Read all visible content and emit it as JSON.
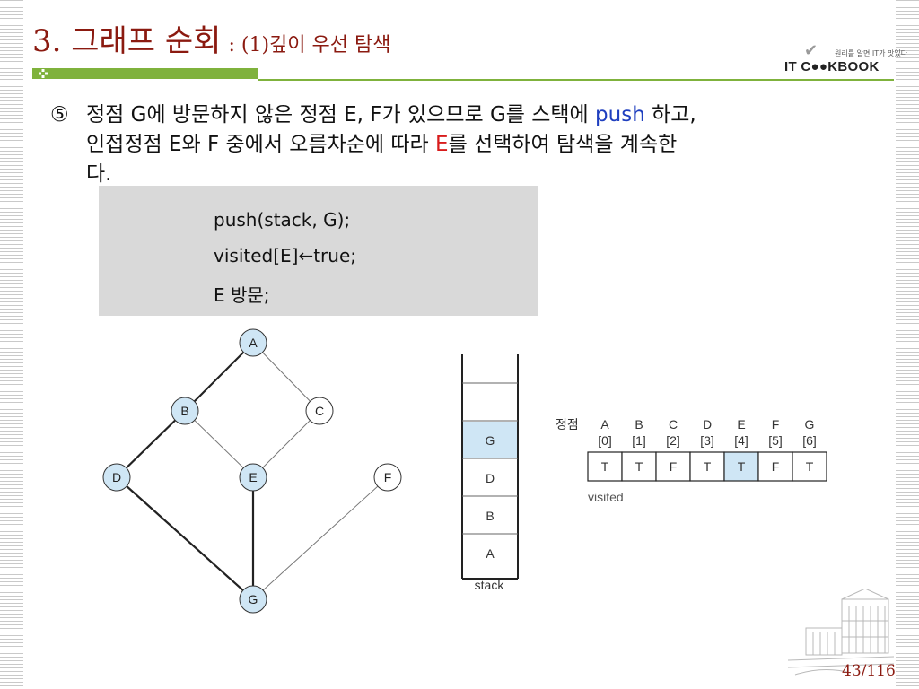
{
  "slide": {
    "title_main": "3. 그래프 순회",
    "title_sub": ": (1)깊이 우선 탐색",
    "logo_tagline": "원리를 알면 IT가 맛있다",
    "logo_brand": "IT C●●KBOOK",
    "page": "43/116"
  },
  "body": {
    "bullet": "⑤",
    "line1_a": "정점 G에 방문하지 않은 정점 E, F가 있으므로 G를 스택에 ",
    "line1_push": "push",
    "line1_b": " 하고,",
    "line2_a": "인접정점 E와 F 중에서 오름차순에 따라 ",
    "line2_e": "E",
    "line2_b": "를 선택하여 탐색을 계속한",
    "line3": "다."
  },
  "code": {
    "lines": [
      "push(stack, G);",
      "visited[E]←true;",
      "E 방문;"
    ]
  },
  "graph": {
    "nodes": [
      {
        "id": "A",
        "visited": true
      },
      {
        "id": "B",
        "visited": true
      },
      {
        "id": "C",
        "visited": false
      },
      {
        "id": "D",
        "visited": true
      },
      {
        "id": "E",
        "visited": true
      },
      {
        "id": "F",
        "visited": false
      },
      {
        "id": "G",
        "visited": true
      }
    ],
    "edges": [
      {
        "from": "A",
        "to": "B",
        "traversed": true
      },
      {
        "from": "A",
        "to": "C",
        "traversed": false
      },
      {
        "from": "B",
        "to": "D",
        "traversed": true
      },
      {
        "from": "B",
        "to": "E",
        "traversed": false
      },
      {
        "from": "C",
        "to": "E",
        "traversed": false
      },
      {
        "from": "D",
        "to": "G",
        "traversed": true
      },
      {
        "from": "E",
        "to": "G",
        "traversed": true
      },
      {
        "from": "F",
        "to": "G",
        "traversed": false
      }
    ],
    "visited_fill": "#cfe6f5",
    "unvisited_fill": "#ffffff"
  },
  "stack": {
    "items_top_to_bottom": [
      "",
      "",
      "G",
      "D",
      "B",
      "A"
    ],
    "highlight": "G",
    "label": "stack"
  },
  "visited_table": {
    "row_label": "정점",
    "vertices": [
      "A",
      "B",
      "C",
      "D",
      "E",
      "F",
      "G"
    ],
    "indices": [
      "[0]",
      "[1]",
      "[2]",
      "[3]",
      "[4]",
      "[5]",
      "[6]"
    ],
    "values": [
      "T",
      "T",
      "F",
      "T",
      "T",
      "F",
      "T"
    ],
    "highlight_index": 4,
    "caption": "visited"
  },
  "colors": {
    "title": "#8b1a10",
    "accent_green": "#7fb23c",
    "highlight_blue": "#cfe6f5",
    "push_blue": "#1f3fbf",
    "emphasis_red": "#d81c1c"
  }
}
